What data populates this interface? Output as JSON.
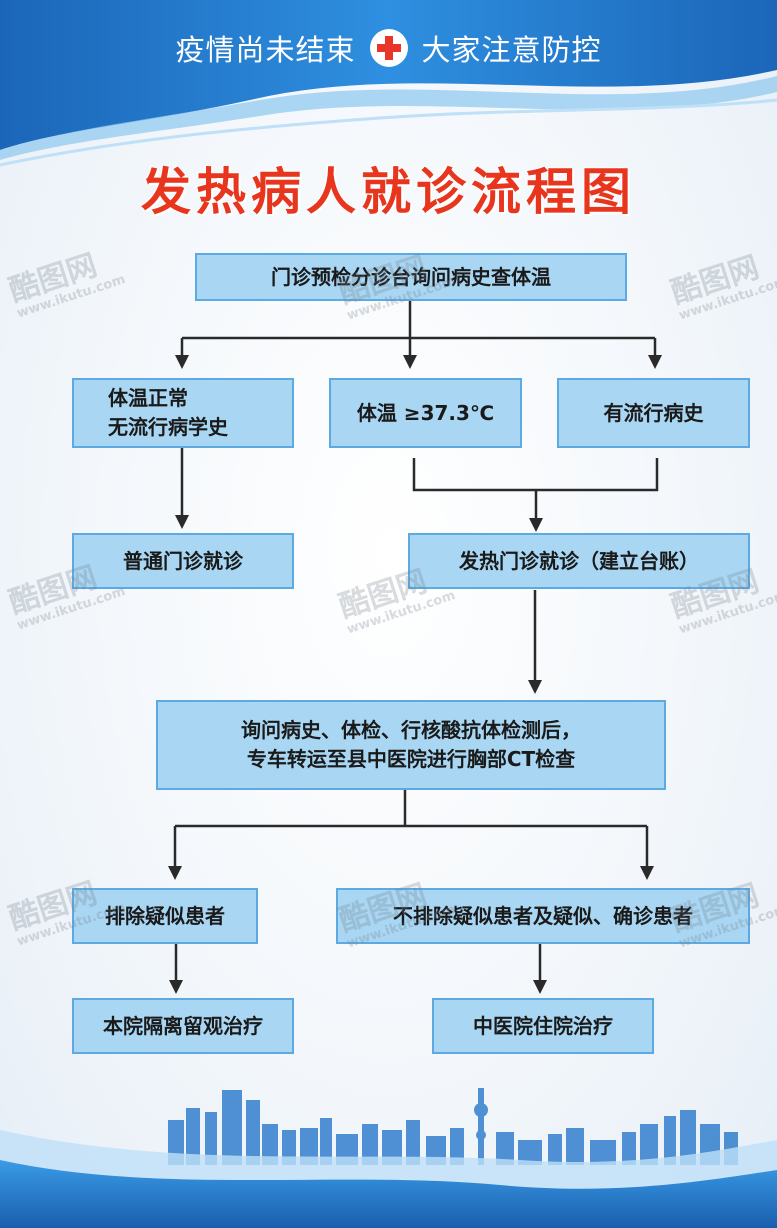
{
  "banner": {
    "left_text": "疫情尚未结束",
    "right_text": "大家注意防控",
    "icon": "red-cross-icon"
  },
  "title": "发热病人就诊流程图",
  "nodes": {
    "triage": "门诊预检分诊台询问病史查体温",
    "normal_temp": "体温正常\n无流行病学史",
    "fever": "体温 ≥37.3℃",
    "epi_history": "有流行病史",
    "general_clinic": "普通门诊就诊",
    "fever_clinic": "发热门诊就诊（建立台账）",
    "exam": "询问病史、体检、行核酸抗体检测后，\n专车转运至县中医院进行胸部CT检查",
    "excluded": "排除疑似患者",
    "not_excluded": "不排除疑似患者及疑似、确诊患者",
    "observe": "本院隔离留观治疗",
    "hospitalize": "中医院住院治疗"
  },
  "watermark": {
    "logo": "酷图网",
    "url": "www.ikutu.com"
  },
  "colors": {
    "box_fill": "#a8d6f3",
    "box_border": "#5da9e2",
    "title": "#e8361e",
    "banner": "#1f6fc4",
    "arrow": "#2a2a2a"
  }
}
